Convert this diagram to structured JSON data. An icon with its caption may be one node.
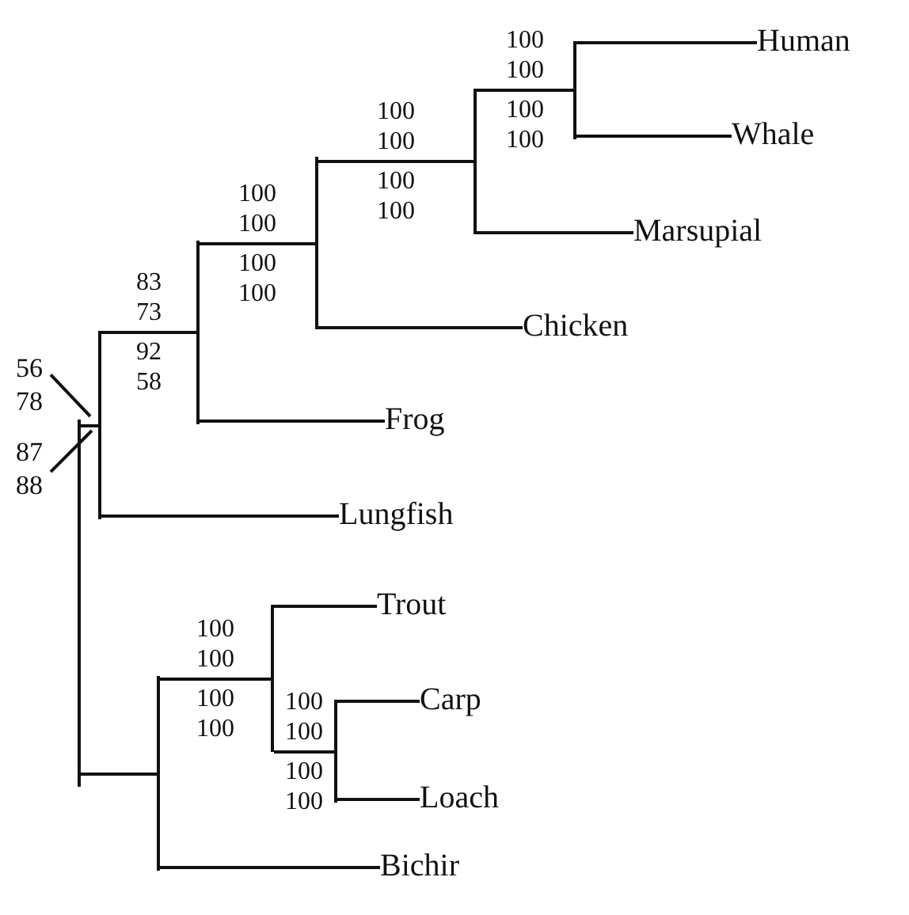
{
  "diagram": {
    "nodes": [
      {
        "text": [
          "Human"
        ]
      },
      {
        "text": [
          "Whale"
        ]
      },
      {
        "text": [
          "Marsupial"
        ]
      },
      {
        "text": [
          "Chicken"
        ]
      },
      {
        "text": [
          "Frog"
        ]
      },
      {
        "text": [
          "Lungfish"
        ]
      },
      {
        "text": [
          "Trout"
        ]
      },
      {
        "text": [
          "Carp"
        ]
      },
      {
        "text": [
          "Loach"
        ]
      },
      {
        "text": [
          "Bichir"
        ]
      },
      {
        "text": [],
        "shape": "bar",
        "beside": [
          "100",
          "100",
          "100",
          "100"
        ]
      },
      {
        "text": [],
        "shape": "bar",
        "beside": [
          "100",
          "100",
          "100",
          "100"
        ]
      },
      {
        "text": [],
        "shape": "bar",
        "beside": [
          "100",
          "100",
          "100",
          "100"
        ]
      },
      {
        "text": [],
        "shape": "bar",
        "beside": [
          "83",
          "73",
          "92",
          "58"
        ]
      },
      {
        "text": [],
        "shape": "bar"
      },
      {
        "text": [],
        "shape": "bar"
      },
      {
        "text": [],
        "shape": "bar"
      },
      {
        "text": [],
        "shape": "bar",
        "beside": [
          "100",
          "100",
          "100",
          "100"
        ]
      },
      {
        "text": [],
        "shape": "bar",
        "beside": [
          "100",
          "100",
          "100",
          "100"
        ]
      },
      {
        "text": [
          "56",
          "78"
        ]
      },
      {
        "text": [
          "87",
          "88"
        ]
      }
    ],
    "edges": [
      {
        "from": 10,
        "to": 0,
        "arrow": "none"
      },
      {
        "from": 10,
        "to": 1,
        "arrow": "none"
      },
      {
        "from": 11,
        "to": 10,
        "arrow": "none"
      },
      {
        "from": 11,
        "to": 2,
        "arrow": "none"
      },
      {
        "from": 12,
        "to": 11,
        "arrow": "none"
      },
      {
        "from": 12,
        "to": 3,
        "arrow": "none"
      },
      {
        "from": 13,
        "to": 12,
        "arrow": "none"
      },
      {
        "from": 13,
        "to": 4,
        "arrow": "none"
      },
      {
        "from": 14,
        "to": 13,
        "arrow": "none"
      },
      {
        "from": 14,
        "to": 5,
        "arrow": "none"
      },
      {
        "from": 15,
        "to": 14,
        "arrow": "none"
      },
      {
        "from": 15,
        "to": 16,
        "arrow": "none"
      },
      {
        "from": 16,
        "to": 17,
        "arrow": "none"
      },
      {
        "from": 16,
        "to": 9,
        "arrow": "none"
      },
      {
        "from": 17,
        "to": 6,
        "arrow": "none"
      },
      {
        "from": 17,
        "to": 18,
        "arrow": "none"
      },
      {
        "from": 18,
        "to": 7,
        "arrow": "none"
      },
      {
        "from": 18,
        "to": 8,
        "arrow": "none"
      },
      {
        "from": 19,
        "to": 14,
        "arrow": "none"
      },
      {
        "from": 20,
        "to": 14,
        "arrow": "none"
      }
    ]
  }
}
